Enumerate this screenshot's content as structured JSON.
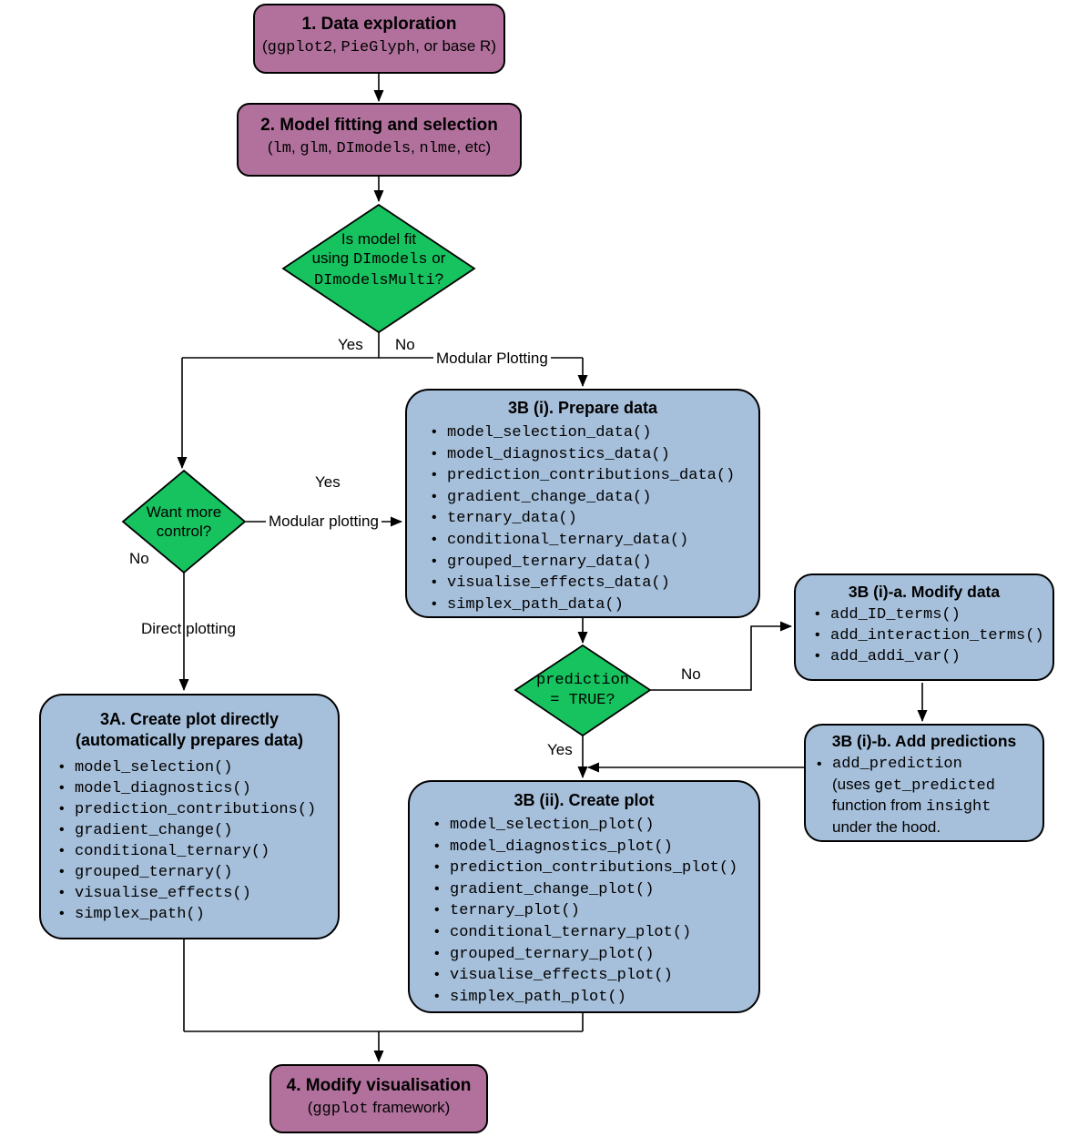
{
  "colors": {
    "purple": "#b1719c",
    "blue": "#a6bfda",
    "green": "#16c35f",
    "line": "#000000"
  },
  "nodes": {
    "step1": {
      "title": "1. Data exploration",
      "sub": [
        "(",
        "ggplot2",
        ", ",
        "PieGlyph",
        ", or base R)"
      ]
    },
    "step2": {
      "title": "2. Model fitting and selection",
      "sub": [
        "(",
        "lm",
        ", ",
        "glm",
        ", ",
        "DImodels",
        ", ",
        "nlme",
        ", etc)"
      ]
    },
    "prepare_data": {
      "title": "3B (i). Prepare data",
      "items": [
        "model_selection_data()",
        "model_diagnostics_data()",
        "prediction_contributions_data()",
        "gradient_change_data()",
        "ternary_data()",
        "conditional_ternary_data()",
        "grouped_ternary_data()",
        "visualise_effects_data()",
        "simplex_path_data()"
      ]
    },
    "create_plot_directly": {
      "title1": "3A. Create plot directly",
      "title2": "(automatically prepares data)",
      "items": [
        "model_selection()",
        "model_diagnostics()",
        "prediction_contributions()",
        "gradient_change()",
        "conditional_ternary()",
        "grouped_ternary()",
        "visualise_effects()",
        "simplex_path()"
      ]
    },
    "modify_data": {
      "title": "3B (i)-a. Modify data",
      "items": [
        "add_ID_terms()",
        "add_interaction_terms()",
        "add_addi_var()"
      ]
    },
    "add_predictions": {
      "title": "3B (i)-b. Add predictions",
      "item_line1": "add_prediction",
      "item_line2_sans": "(uses ",
      "item_line2_mono": "get_predicted",
      "item_line3_sans": "function from ",
      "item_line3_mono": "insight",
      "item_line4": "under the hood."
    },
    "create_plot": {
      "title": "3B (ii). Create plot",
      "items": [
        "model_selection_plot()",
        "model_diagnostics_plot()",
        "prediction_contributions_plot()",
        "gradient_change_plot()",
        "ternary_plot()",
        "conditional_ternary_plot()",
        "grouped_ternary_plot()",
        "visualise_effects_plot()",
        "simplex_path_plot()"
      ]
    },
    "step4": {
      "title": "4. Modify visualisation",
      "sub": [
        "(",
        "ggplot",
        " framework)"
      ]
    }
  },
  "decisions": {
    "model_fit": {
      "l1": "Is model fit",
      "l2a": "using ",
      "l2b": "DImodels",
      "l2c": " or",
      "l3a": "DImodelsMulti",
      "l3b": "?"
    },
    "want_control": {
      "l1": "Want more",
      "l2": "control?"
    },
    "prediction": {
      "l1": "prediction",
      "l2": "= TRUE?"
    }
  },
  "edge_labels": {
    "yes_model_fit": "Yes",
    "no_model_fit": "No",
    "modular_plotting_top": "Modular Plotting",
    "yes_want_control": "Yes",
    "modular_plotting_mid": "Modular plotting",
    "no_want_control": "No",
    "direct_plotting": "Direct plotting",
    "no_prediction": "No",
    "yes_prediction": "Yes"
  }
}
